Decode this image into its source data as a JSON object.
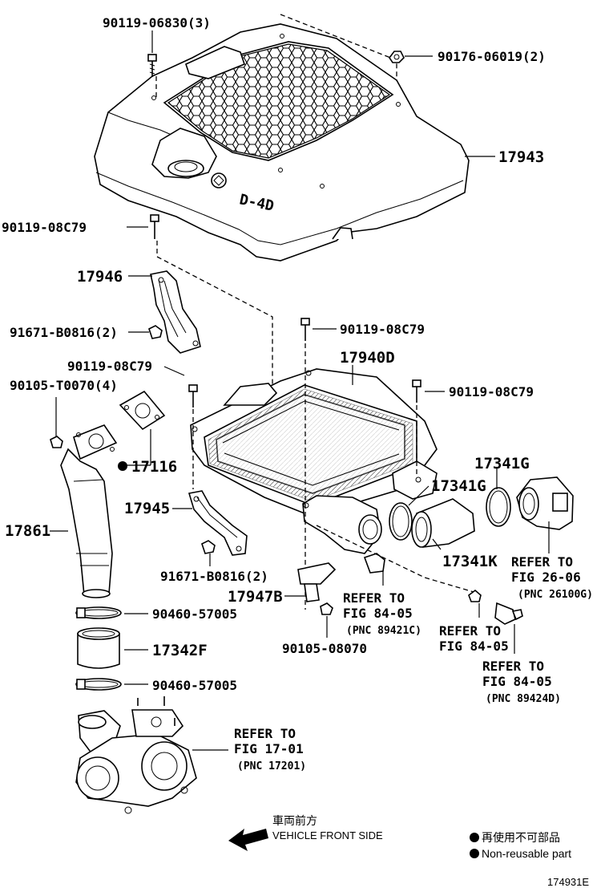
{
  "labels": {
    "cover_bolt": "90119-06830(3)",
    "cover_nut": "90176-06019(2)",
    "engine_cover": "17943",
    "bolt_upper_left": "90119-08C79",
    "bracket_upper": "17946",
    "nut_upper": "91671-B0816(2)",
    "bolt_center": "90119-08C79",
    "intercooler": "17940D",
    "bolt_left": "90119-08C79",
    "bolt_right": "90119-08C79",
    "stud_bolt": "90105-T0070(4)",
    "gasket": "17116",
    "clamp_right_top": "17341G",
    "clamp_right_mid": "17341G",
    "pipe_inlet": "17861",
    "bracket_lower": "17945",
    "hose_right": "17341K",
    "nut_lower": "91671-B0816(2)",
    "bracket_sensor": "17947B",
    "clamp_lower_1": "90460-57005",
    "hose_lower": "17342F",
    "clamp_lower_2": "90460-57005",
    "bolt_sensor": "90105-08070",
    "engine_mark": "D-4D"
  },
  "refs": {
    "throttle": [
      "REFER TO",
      "FIG 26-06",
      "(PNC 26100G)"
    ],
    "sensor_a": [
      "REFER TO",
      "FIG 84-05",
      "(PNC 89421C)"
    ],
    "sensor_b": [
      "REFER TO",
      "FIG 84-05"
    ],
    "sensor_c": [
      "REFER TO",
      "FIG 84-05",
      "(PNC 89424D)"
    ],
    "turbo": [
      "REFER TO",
      "FIG 17-01",
      "(PNC 17201)"
    ]
  },
  "direction": {
    "label_jp": "車両前方",
    "label_en": "VEHICLE FRONT SIDE"
  },
  "legend": {
    "label_jp": "再使用不可部品",
    "label_en": "Non-reusable part"
  },
  "illustration_id": "174931E"
}
